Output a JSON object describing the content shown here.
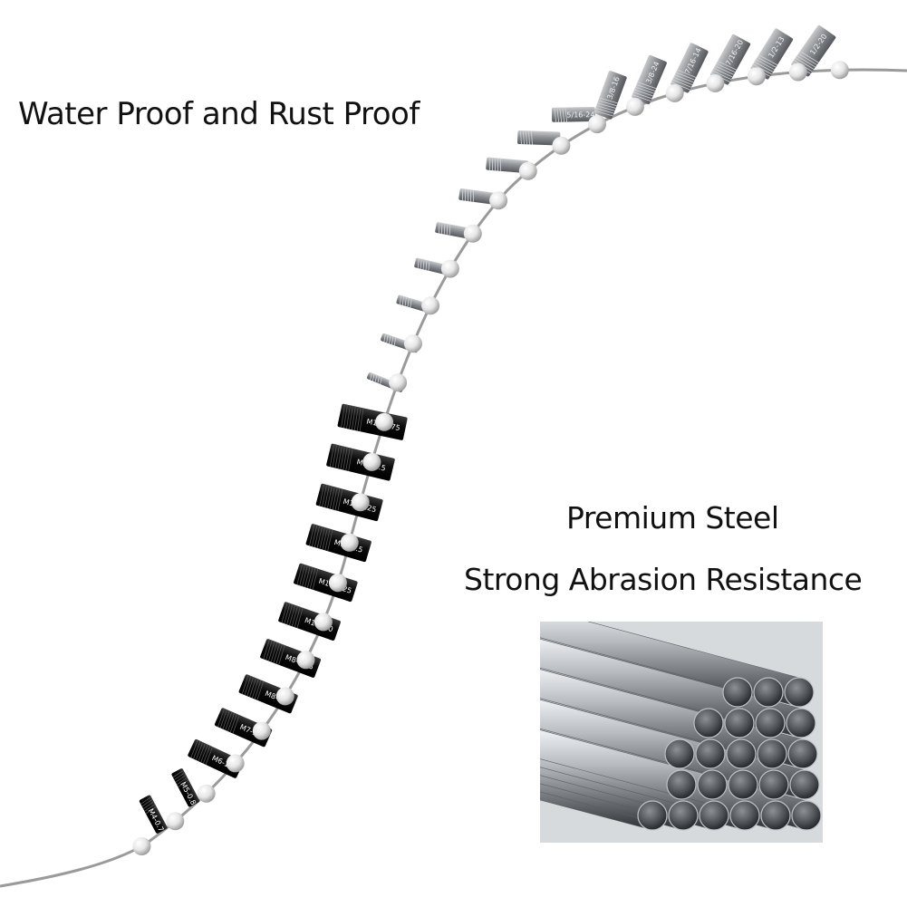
{
  "headlines": {
    "water_proof": "Water Proof and Rust Proof",
    "premium_steel": "Premium Steel",
    "abrasion": "Strong Abrasion Resistance"
  },
  "chain": {
    "metric_gauges": [
      "M4-0.7",
      "M5-0.8",
      "M6-1.0",
      "M7-1.0",
      "M8-1.0",
      "M8-1.25",
      "M10-1.0",
      "M10-1.25",
      "M10-1.5",
      "M12-1.25",
      "M12-1.5",
      "M12-1.75"
    ],
    "imperial_gauges": [
      "",
      "",
      "",
      "",
      "",
      "",
      "",
      "",
      "5/16-24",
      "3/8-16",
      "3/8-24",
      "7/16-14",
      "7/16-20",
      "1/2-13",
      "1/2-20"
    ],
    "metric_color": "#0f0f0f",
    "imperial_color": "#8a8d91",
    "bead_color": "#e9e9e9",
    "wire_color": "#9a9a9a"
  },
  "colors": {
    "text": "#111111",
    "background": "#ffffff",
    "steel_dark": "#3d4045",
    "steel_light": "#e4e7ea"
  }
}
